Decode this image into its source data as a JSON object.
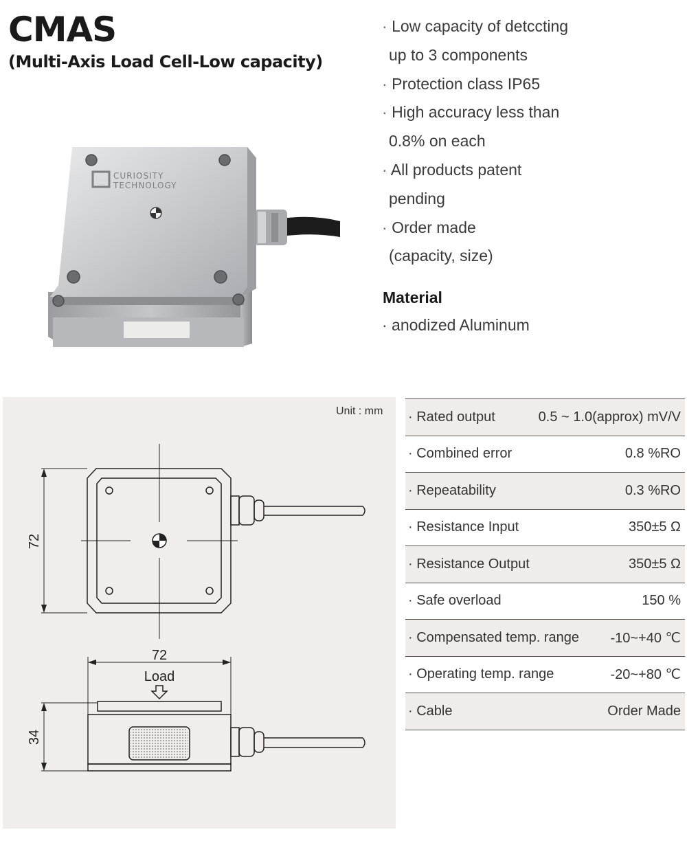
{
  "header": {
    "title": "CMAS",
    "subtitle": "(Multi-Axis Load Cell-Low capacity)"
  },
  "photo": {
    "brand_line1": "CURIOSITY",
    "brand_line2": "TECHNOLOGY"
  },
  "features": {
    "bullet": "·",
    "items": [
      {
        "lines": [
          "Low capacity of detccting",
          "up to 3 components"
        ]
      },
      {
        "lines": [
          "Protection class IP65"
        ]
      },
      {
        "lines": [
          "High accuracy less than",
          "0.8% on each"
        ]
      },
      {
        "lines": [
          "All products patent",
          "pending"
        ]
      },
      {
        "lines": [
          "Order made",
          "(capacity, size)"
        ]
      }
    ]
  },
  "material": {
    "heading": "Material",
    "value": "· anodized Aluminum"
  },
  "drawing": {
    "unit_label": "Unit : mm",
    "top_height_dim": "72",
    "side_width_dim": "72",
    "side_height_dim": "34",
    "load_label": "Load"
  },
  "specs": {
    "rows": [
      {
        "label": "· Rated output",
        "value": "0.5 ~ 1.0(approx) mV/V",
        "shaded": true
      },
      {
        "label": "· Combined error",
        "value": "0.8 %RO",
        "shaded": false
      },
      {
        "label": "· Repeatability",
        "value": "0.3 %RO",
        "shaded": true
      },
      {
        "label": "· Resistance Input",
        "value": "350±5 Ω",
        "shaded": false
      },
      {
        "label": "· Resistance Output",
        "value": "350±5 Ω",
        "shaded": true
      },
      {
        "label": "· Safe overload",
        "value": "150 %",
        "shaded": false
      },
      {
        "label": "· Compensated temp. range",
        "value": "-10~+40 ℃",
        "shaded": true
      },
      {
        "label": "· Operating temp. range",
        "value": "-20~+80 ℃",
        "shaded": false
      },
      {
        "label": "· Cable",
        "value": "Order Made",
        "shaded": true
      }
    ]
  },
  "colors": {
    "drawing_bg": "#f0edea",
    "row_shade": "#efece9",
    "line": "#555555"
  }
}
